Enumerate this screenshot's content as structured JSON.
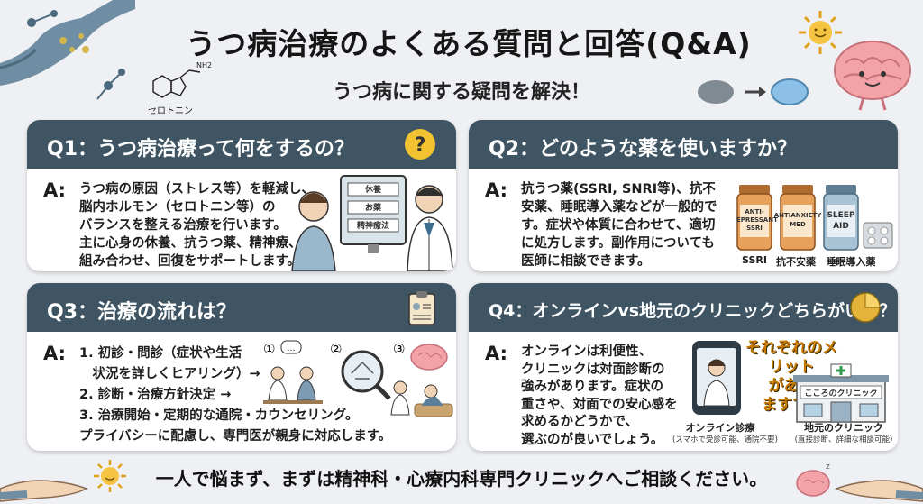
{
  "header": {
    "title": "うつ病治療のよくある質問と回答(Q&A)",
    "subtitle": "うつ病に関する疑問を解決！",
    "molecule_label": "セロトニン",
    "nh2": "NH2"
  },
  "cards": [
    {
      "question": "Q1：うつ病治療って何をするの？",
      "answer_label": "A:",
      "answer_lines": [
        "うつ病の原因（ストレス等）を軽減し、",
        "脳内ホルモン（セロトニン等）の",
        "バランスを整える治療を行います。",
        "主に心身の休養、抗うつ薬、精神療、",
        "組み合わせ、回復をサポートします。"
      ],
      "screen_items": [
        "休養",
        "お薬",
        "精神療法"
      ]
    },
    {
      "question": "Q2：どのような薬を使いますか？",
      "answer_label": "A:",
      "answer_lines": [
        "抗うつ薬(SSRI, SNRI等)、抗不",
        "安薬、睡眠導入薬などが一般的で",
        "す。症状や体質に合わせて、適切",
        "に処方します。副作用についても",
        "医師に相談できます。"
      ],
      "bottles": [
        {
          "label1": "ANTI-",
          "label2": "DEPRESSANT",
          "label3": "SSRI",
          "caption": "SSRI"
        },
        {
          "label1": "ANTIANXIETY",
          "label2": "MED",
          "label3": "",
          "caption": "抗不安薬"
        },
        {
          "label1": "SLEEP",
          "label2": "AID",
          "label3": "",
          "caption": "睡眠導入薬"
        }
      ]
    },
    {
      "question": "Q3：治療の流れは？",
      "answer_label": "A:",
      "answer_lines": [
        "1. 初診・問診（症状や生活",
        "　状況を詳しくヒアリング）→",
        "2. 診断・治療方針決定 →",
        "3. 治療開始・定期的な通院・カウンセリング。",
        "プライバシーに配慮し、専門医が親身に対応します。"
      ],
      "steps": [
        "①",
        "②",
        "③"
      ]
    },
    {
      "question": "Q4：オンラインvs地元のクリニックどちらがいい？",
      "answer_label": "A:",
      "answer_lines": [
        "オンラインは利便性、",
        "クリニックは対面診断の",
        "強みがあります。症状の",
        "重さや、対面での安心感を",
        "求めるかどうかで、",
        "選ぶのが良いでしょう。"
      ],
      "highlight_lines": [
        "それぞれのメリット",
        "があり",
        "ますす。"
      ],
      "clinic_sign": "こころのクリニック",
      "online_caption": "オンライン診療",
      "online_note": "(スマホで受診可能、通院不要)",
      "clinic_caption": "地元のクリニック",
      "clinic_note": "(直接診断、詳細な相談可能)"
    }
  ],
  "footer": {
    "message": "一人で悩まず、まずは精神科・心療内科専門クリニックへご相談ください。"
  },
  "colors": {
    "header_bar": "#3f5563",
    "accent_yellow": "#f2c230",
    "brain_pink": "#f3a3a8",
    "background": "#eef0f4"
  }
}
